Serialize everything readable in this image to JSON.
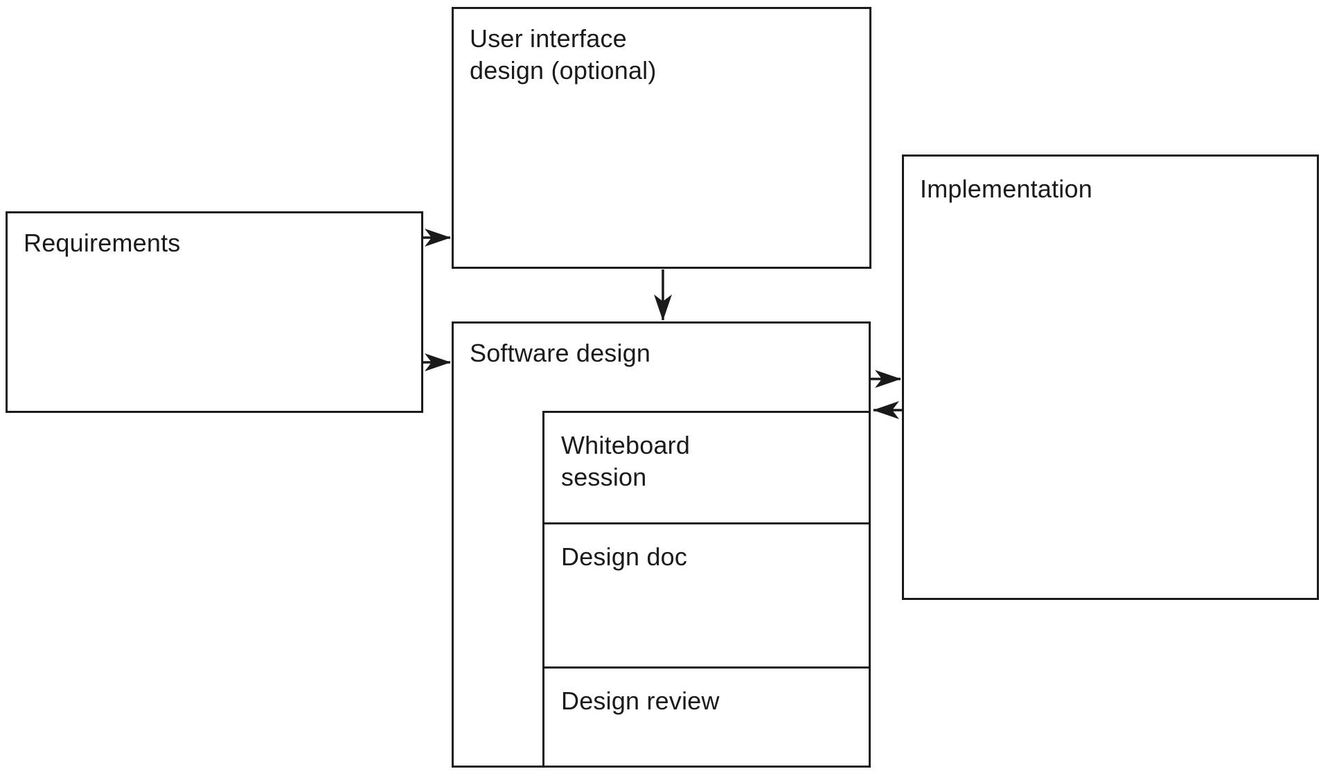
{
  "diagram": {
    "type": "flowchart",
    "nodes": {
      "requirements": {
        "label": "Requirements"
      },
      "ui_design": {
        "label": "User interface\ndesign (optional)"
      },
      "software_design": {
        "label": "Software design"
      },
      "whiteboard_session": {
        "label": "Whiteboard\nsession"
      },
      "design_doc": {
        "label": "Design doc"
      },
      "design_review": {
        "label": "Design review"
      },
      "implementation": {
        "label": "Implementation"
      }
    },
    "nesting": {
      "software_design_children": [
        "whiteboard_session",
        "design_doc",
        "design_review"
      ]
    },
    "edges": [
      {
        "from": "requirements",
        "to": "ui_design"
      },
      {
        "from": "requirements",
        "to": "software_design"
      },
      {
        "from": "ui_design",
        "to": "software_design"
      },
      {
        "from": "software_design",
        "to": "implementation"
      },
      {
        "from": "implementation",
        "to": "software_design"
      }
    ],
    "colors": {
      "stroke": "#1a1a1a",
      "background": "#ffffff",
      "text": "#1a1a1a"
    }
  }
}
